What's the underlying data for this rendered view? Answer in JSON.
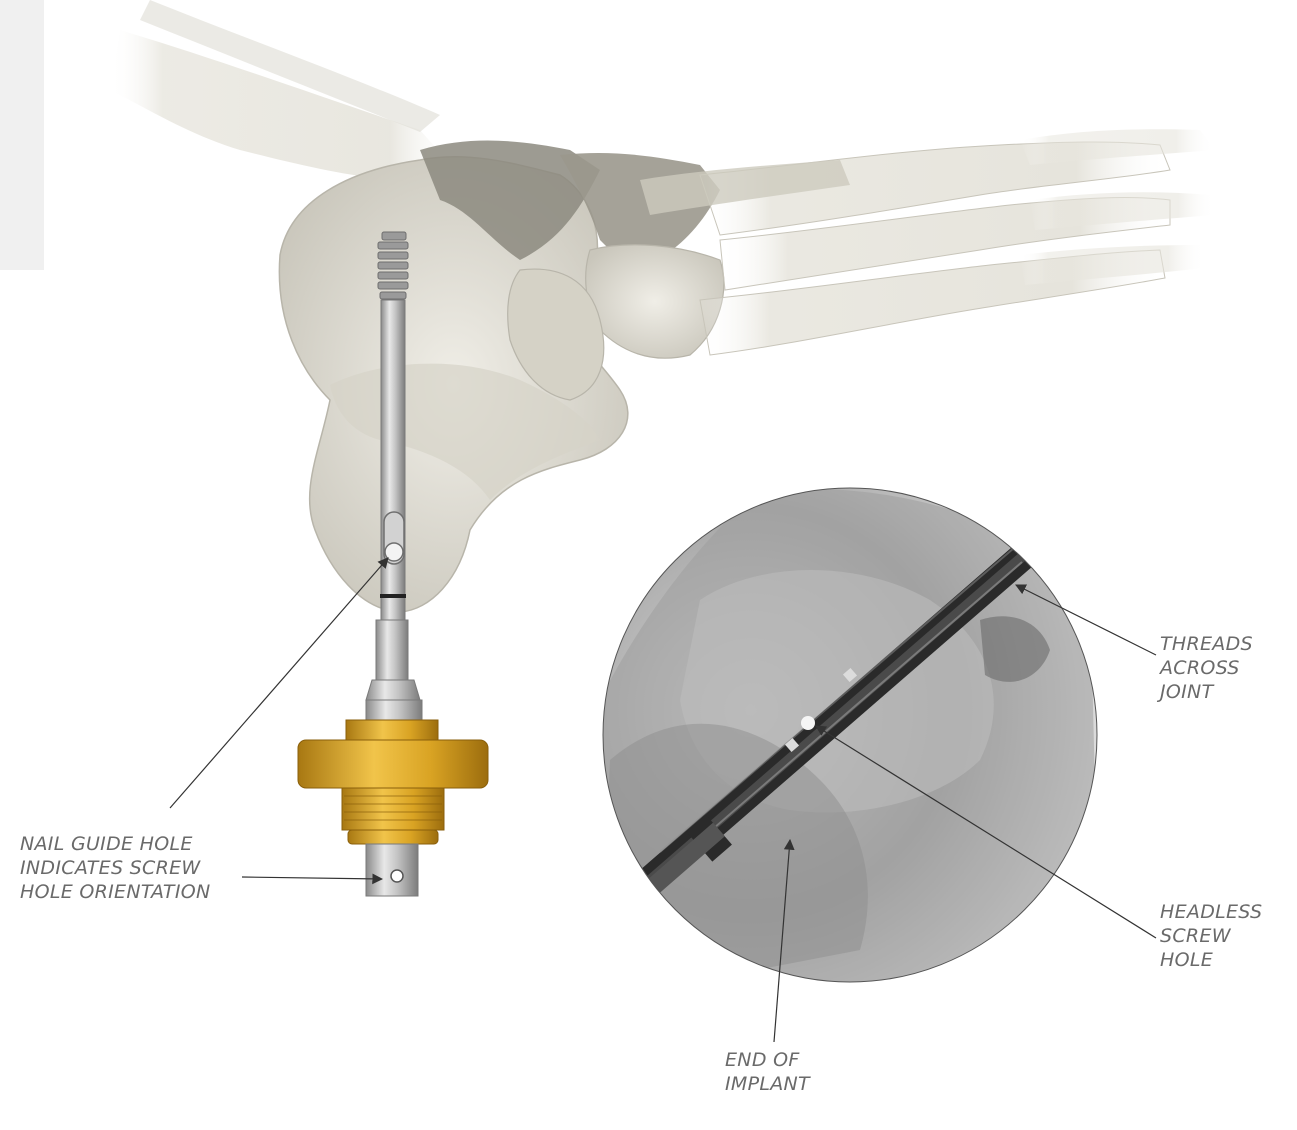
{
  "callouts": {
    "nail_guide": "NAIL GUIDE HOLE\nINDICATES SCREW\nHOLE ORIENTATION",
    "threads": "THREADS\nACROSS\nJOINT",
    "headless": "HEADLESS\nSCREW\nHOLE",
    "end_of_implant": "END OF\nIMPLANT"
  },
  "colors": {
    "bone": "#e3e1d8",
    "bone_shadow": "#77746b",
    "nail_steel": "#b5b5b5",
    "handle_gold": "#d9a323",
    "xray_background": "#a9a9a9",
    "xray_implant": "#2a2a2a",
    "leader_line": "#333333",
    "label_text": "#6a6a6a"
  },
  "icons": {
    "foot": "foot-skeleton-illustration",
    "nail": "intramedullary-nail-illustration",
    "handle": "nail-guide-handle-illustration",
    "xray": "fluoroscopy-xray-inset"
  }
}
